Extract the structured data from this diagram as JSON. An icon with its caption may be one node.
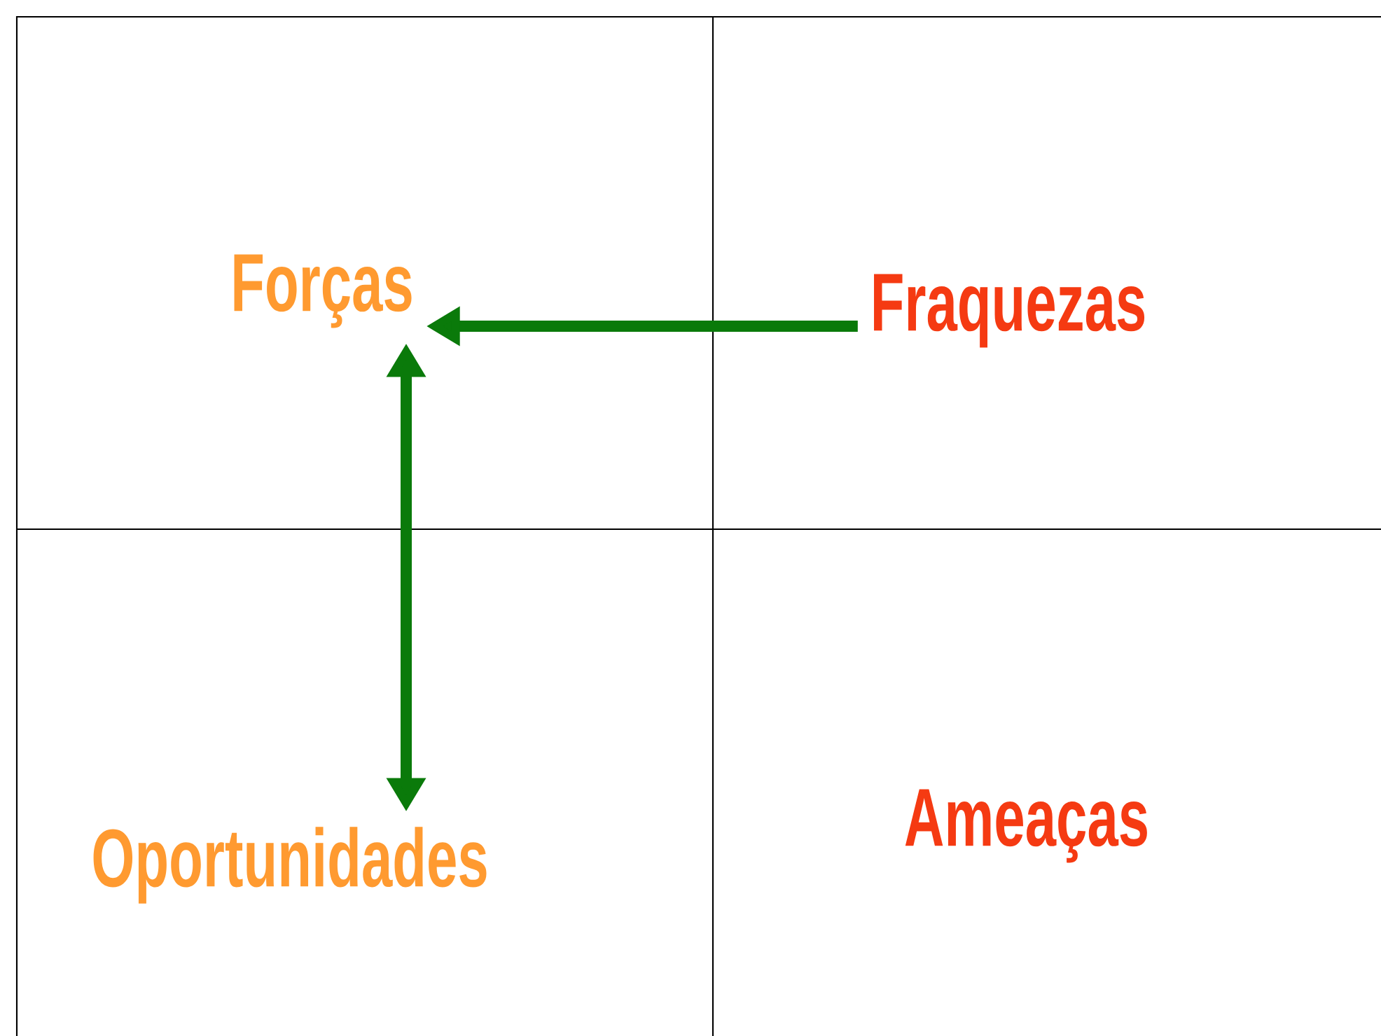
{
  "diagram": {
    "nodes": [
      {
        "text": [
          "Forças"
        ]
      },
      {
        "text": [
          "Fraquezas"
        ]
      },
      {
        "text": [
          "Oportunidades"
        ]
      },
      {
        "text": [
          "Ameaças"
        ]
      }
    ],
    "edges": [
      {
        "from": 1,
        "to": 0,
        "arrow": "to"
      },
      {
        "from": 0,
        "to": 2,
        "arrow": "both"
      }
    ]
  }
}
